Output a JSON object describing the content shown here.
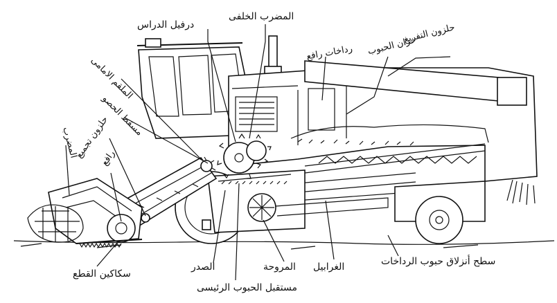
{
  "labels": {
    "rear_beater": "المضرب الخلفى",
    "threshing_drum": "درفيل الدراس",
    "unloading_auger": "حلزون التفريغ",
    "grain_tank": "خزان الحبوب",
    "raising_paddles": "رداخات رافع",
    "front_feeder": "الملقم الامامى",
    "harvest_drop": "مسقط الحصو",
    "gathering_auger": "حلزون تجميع",
    "elevator": "رافع",
    "reel": "المضرب",
    "cutter_knives": "سكاكين القطع",
    "chest": "الصدر",
    "fan": "المروحة",
    "sieves": "الغرابيل",
    "paddles_grain_slide": "سطح أنزلاق حبوب الرداخات",
    "main_grain_receiver": "مستقبل الحبوب الرئيسى"
  }
}
